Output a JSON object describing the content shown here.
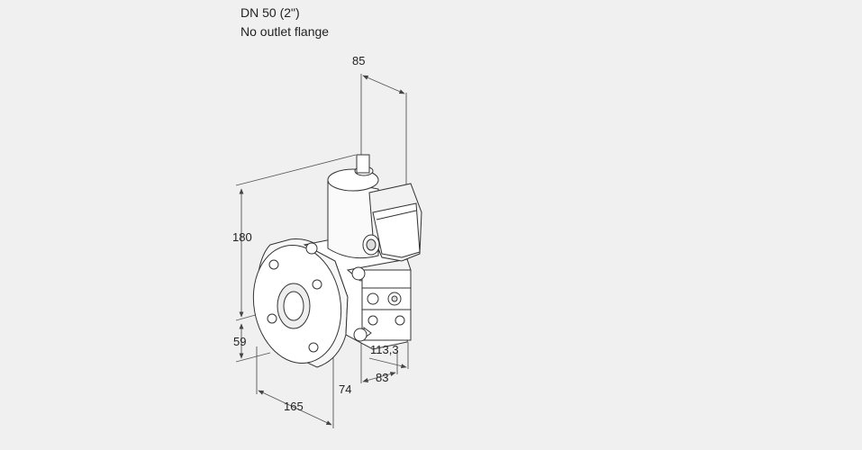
{
  "header": {
    "title": "DN 50 (2\")",
    "subtitle": "No outlet flange"
  },
  "dimensions": {
    "top_width": "85",
    "height_total": "180",
    "height_axis": "59",
    "flange_width": "165",
    "flange_depth": "74",
    "body_depth": "83",
    "body_offset": "113,3"
  },
  "colors": {
    "background": "#f0f0f0",
    "line": "#333333",
    "body_fill": "#ffffff",
    "dim_line": "#444444"
  }
}
